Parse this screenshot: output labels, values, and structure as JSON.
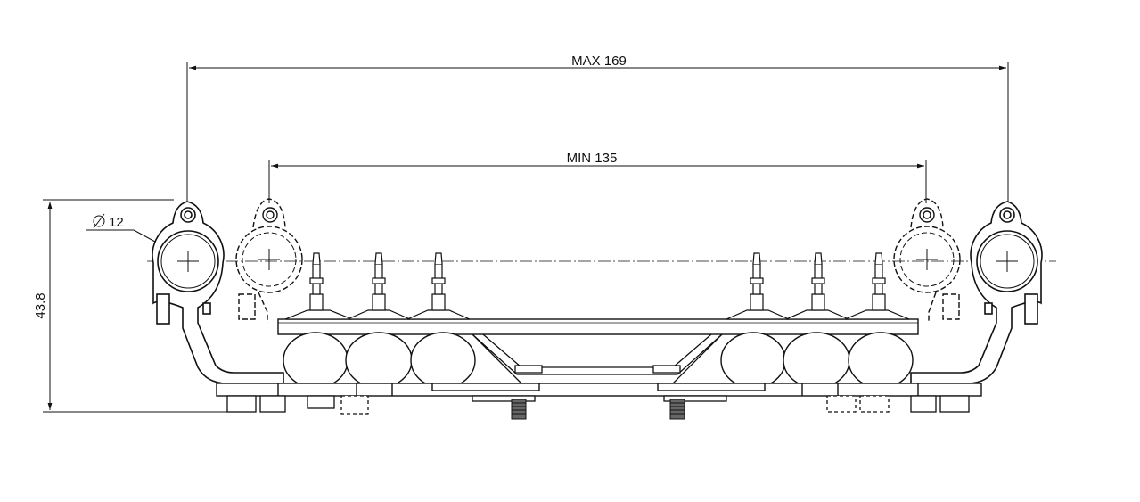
{
  "dimensions": {
    "max_width": "MAX 169",
    "min_width": "MIN 135",
    "height": "43.8",
    "diameter": "12"
  },
  "colors": {
    "line": "#111111",
    "fill": "#ffffff"
  }
}
